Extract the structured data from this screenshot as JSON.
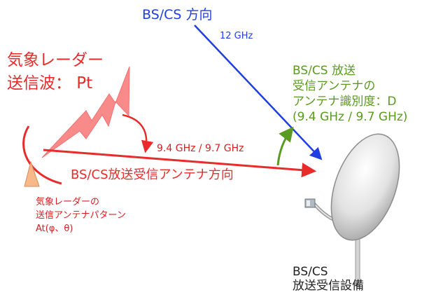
{
  "bs_direction_label": "BS/CS 方向",
  "bs_frequency_label": "12 GHz",
  "radar": {
    "line1": "気象レーダー",
    "line2": "送信波： Pt"
  },
  "radar_frequency_label": "9.4 GHz / 9.7 GHz",
  "dish_direction_label": "BS/CS放送受信アンテナ方向",
  "pattern": {
    "line1": "気象レーダーの",
    "line2": "送信アンテナパターン",
    "line3": "At(φ、θ)"
  },
  "antenna_discrimination": {
    "line1": "BS/CS 放送",
    "line2": "受信アンテナの",
    "line3": "アンテナ識別度：D",
    "line4": "(9.4 GHz / 9.7 GHz)"
  },
  "equipment": {
    "line1": "BS/CS",
    "line2": "放送受信設備"
  },
  "colors": {
    "bs_blue": "#1f3fe0",
    "radar_red": "#e82b2b",
    "discrimination_green": "#5a9a20",
    "lightning_pink": "#f98a8a",
    "dish_gray": "#b8b8b8"
  }
}
